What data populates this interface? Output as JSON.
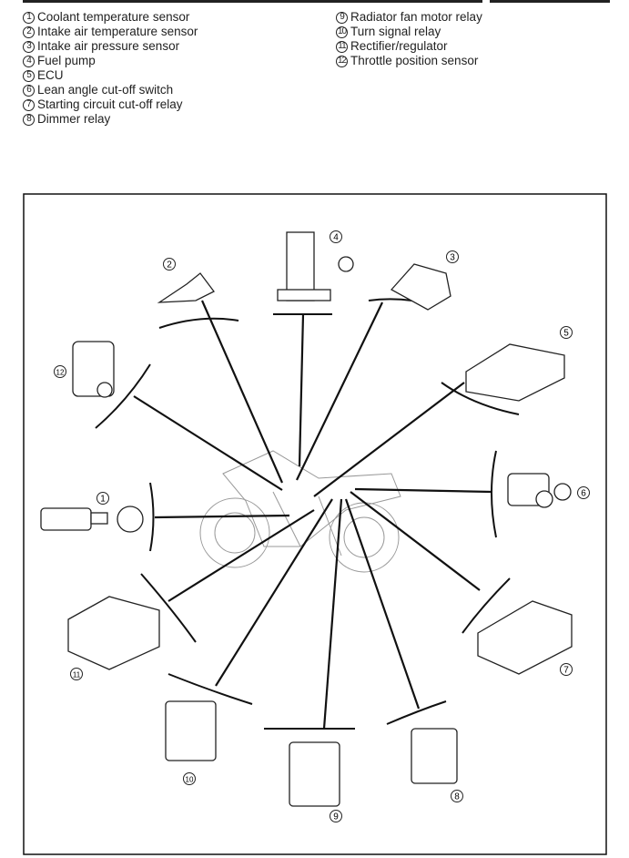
{
  "legend": {
    "left": [
      {
        "n": "1",
        "label": "Coolant temperature sensor"
      },
      {
        "n": "2",
        "label": "Intake air temperature sensor"
      },
      {
        "n": "3",
        "label": "Intake air pressure sensor"
      },
      {
        "n": "4",
        "label": "Fuel pump"
      },
      {
        "n": "5",
        "label": "ECU"
      },
      {
        "n": "6",
        "label": "Lean angle cut-off switch"
      },
      {
        "n": "7",
        "label": "Starting circuit cut-off relay"
      },
      {
        "n": "8",
        "label": "Dimmer relay"
      }
    ],
    "right": [
      {
        "n": "9",
        "label": "Radiator fan motor relay"
      },
      {
        "n": "10",
        "label": "Turn signal relay"
      },
      {
        "n": "11",
        "label": "Rectifier/regulator"
      },
      {
        "n": "12",
        "label": "Throttle position sensor"
      }
    ]
  },
  "callouts": [
    "1",
    "2",
    "3",
    "4",
    "5",
    "6",
    "7",
    "8",
    "9",
    "10",
    "11",
    "12"
  ]
}
